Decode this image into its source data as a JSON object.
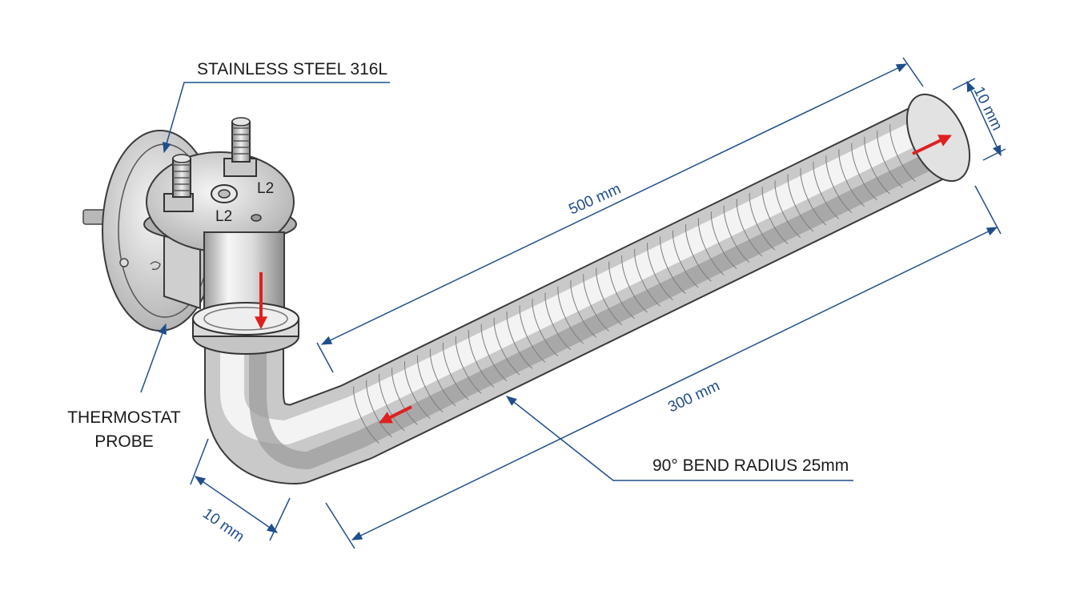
{
  "labels": {
    "material": "STAINLESS STEEL 316L",
    "probe_line1": "THERMOSTAT",
    "probe_line2": "PROBE",
    "bend": "90° BEND RADIUS 25mm"
  },
  "dimensions": {
    "length_total": "500 mm",
    "length_lower": "300 mm",
    "diameter_right": "10 mm",
    "diameter_left": "10 mm"
  },
  "terminals": {
    "left": "L2",
    "right": "L2"
  },
  "colors": {
    "dimension_line": "#1f4e8c",
    "flow_arrow": "#e02020",
    "steel_light": "#f2f2f2",
    "steel_dark": "#8a8a8a"
  }
}
